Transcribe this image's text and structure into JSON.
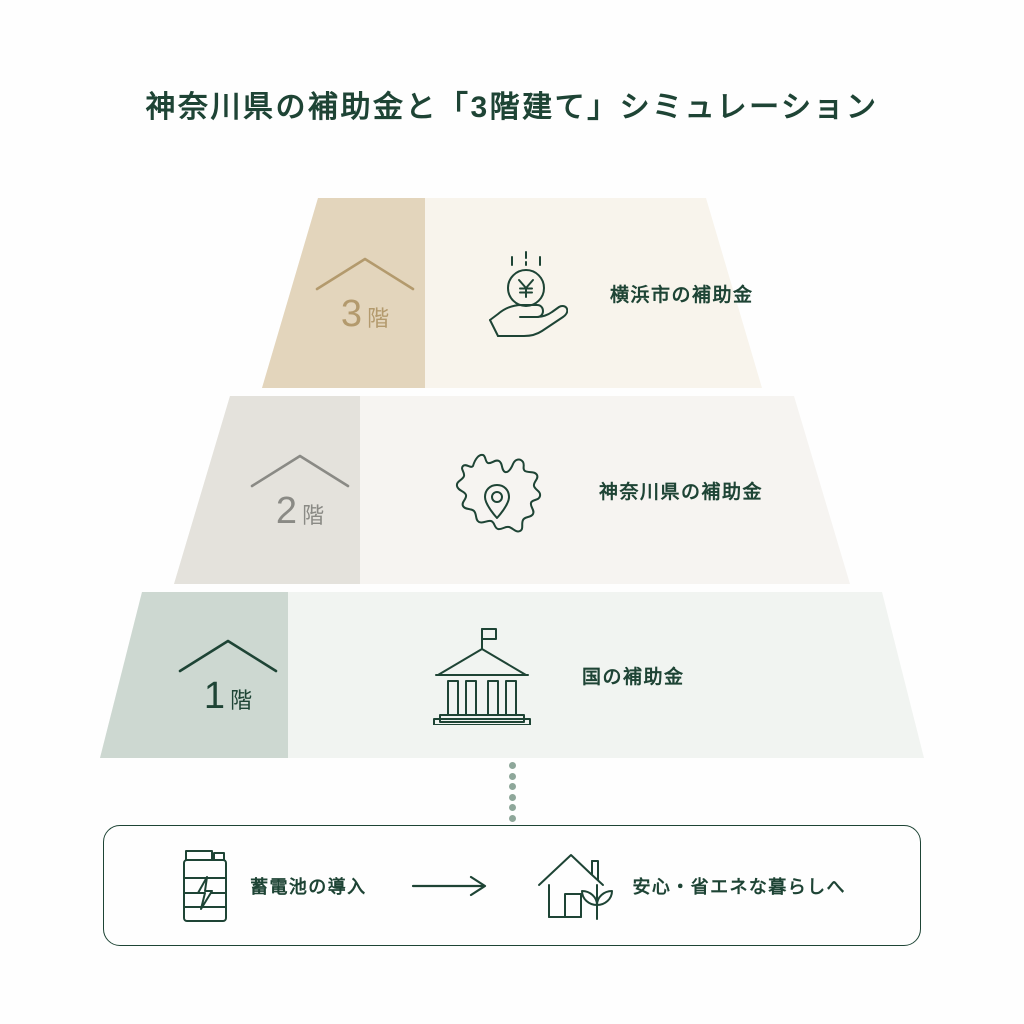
{
  "page": {
    "title": "神奈川県の補助金と「3階建て」シミュレーション",
    "background_color": "#fefefe",
    "accent_color": "#1e4435"
  },
  "pyramid": {
    "tiers": [
      {
        "floor_number": "3",
        "floor_unit": "階",
        "label": "横浜市の補助金",
        "icon": "hand-with-yen-coin-icon",
        "badge_color": "#e3d5bc",
        "panel_color": "#f8f4ec",
        "accent_color": "#b39a6d"
      },
      {
        "floor_number": "2",
        "floor_unit": "階",
        "label": "神奈川県の補助金",
        "icon": "kanagawa-map-pin-icon",
        "badge_color": "#e4e2dc",
        "panel_color": "#f6f4f1",
        "accent_color": "#8a8a85"
      },
      {
        "floor_number": "1",
        "floor_unit": "階",
        "label": "国の補助金",
        "icon": "government-building-icon",
        "badge_color": "#cdd8d1",
        "panel_color": "#f1f4f1",
        "accent_color": "#1e4435"
      }
    ]
  },
  "connector": {
    "dot_count": 6,
    "dot_color": "#8ea79a"
  },
  "outcome": {
    "left_icon": "battery-bolt-icon",
    "left_text": "蓄電池の導入",
    "arrow_icon": "arrow-right-icon",
    "right_icon": "house-leaf-icon",
    "right_text": "安心・省エネな暮らしへ",
    "border_color": "#1e4435"
  }
}
